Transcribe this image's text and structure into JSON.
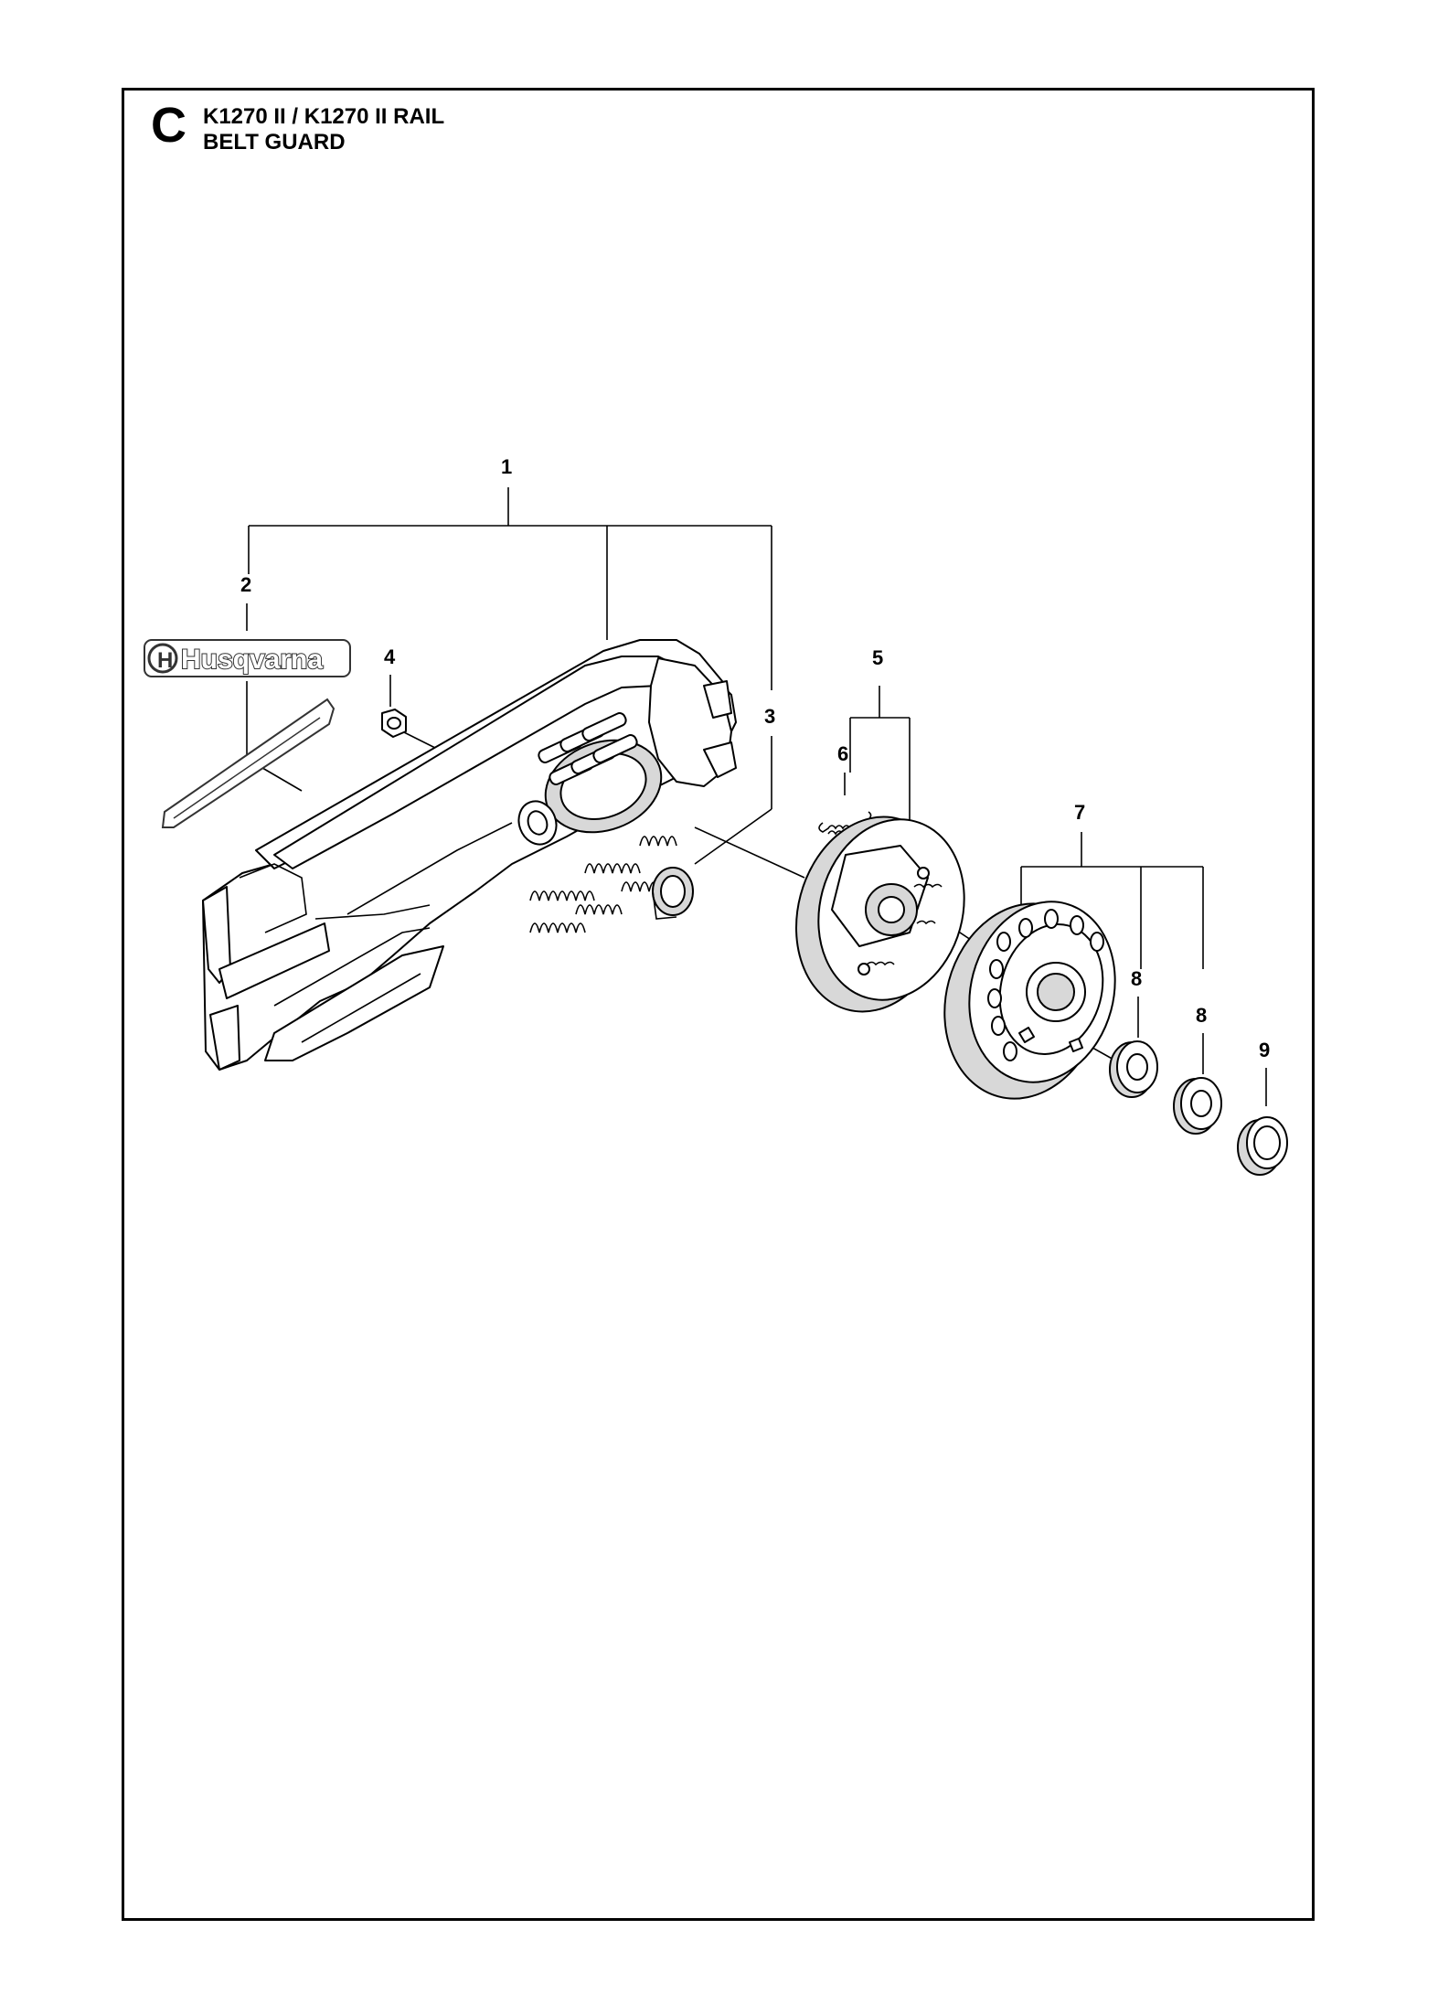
{
  "header": {
    "section_letter": "C",
    "model_line": "K1270 II / K1270 II RAIL",
    "section_title": "BELT GUARD"
  },
  "logo": {
    "text": "Husqvarna"
  },
  "callouts": {
    "c1": "1",
    "c2": "2",
    "c3": "3",
    "c4": "4",
    "c5": "5",
    "c6": "6",
    "c7": "7",
    "c8a": "8",
    "c8b": "8",
    "c9": "9"
  }
}
